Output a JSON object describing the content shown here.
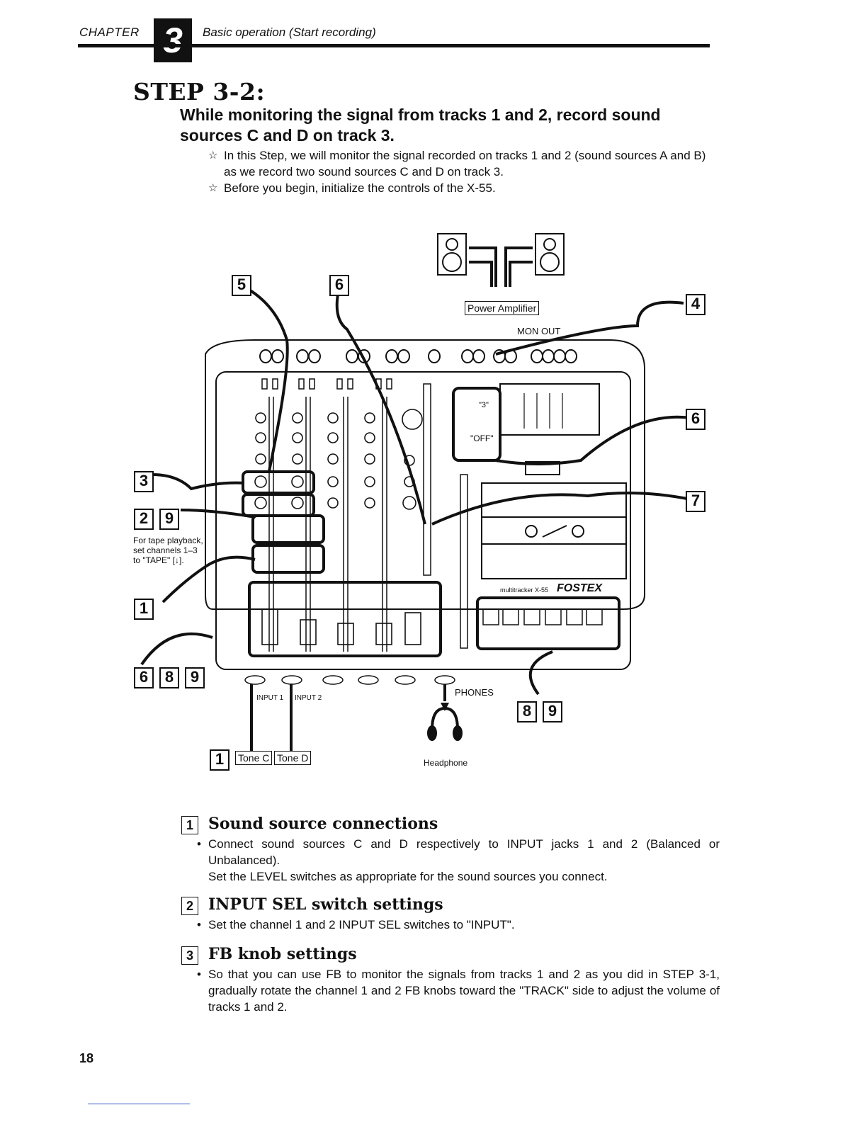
{
  "header": {
    "chapter_label": "CHAPTER",
    "chapter_number": "3",
    "title": "Basic operation (Start recording)"
  },
  "step": {
    "title": "STEP 3-2:",
    "subtitle": "While monitoring the signal from tracks 1 and 2, record sound sources C and D on track 3.",
    "notes": [
      "In this Step, we will monitor the signal recorded on tracks 1 and 2 (sound sources A and B) as we record two sound sources C and D on track 3.",
      "Before you begin, initialize the controls of the X-55."
    ]
  },
  "figure": {
    "power_amplifier": "Power Amplifier",
    "mon_out": "MON OUT",
    "quote_3": "\"3\"",
    "quote_off": "\"OFF\"",
    "brand": "FOSTEX",
    "model": "multitracker X-55",
    "tape_note": "For tape playback, set channels 1–3 to \"TAPE\" [↓].",
    "input1": "INPUT 1",
    "input2": "INPUT 2",
    "phones": "PHONES",
    "headphone": "Headphone",
    "tone_c": "Tone C",
    "tone_d": "Tone D",
    "callouts": {
      "n5": "5",
      "n6_top": "6",
      "n4": "4",
      "n6_right": "6",
      "n7": "7",
      "n3": "3",
      "n2": "2",
      "n9a": "9",
      "n1": "1",
      "n6_bottom": "6",
      "n8_bottom": "8",
      "n9_bottom": "9",
      "n8_right": "8",
      "n9_right": "9",
      "n1_bottom": "1"
    }
  },
  "sections": [
    {
      "number": "1",
      "title": "Sound source connections",
      "bullet": "Connect sound sources C and D respectively to INPUT jacks 1 and 2 (Balanced or Unbalanced).",
      "extra": "Set the LEVEL switches as appropriate for the sound sources you connect."
    },
    {
      "number": "2",
      "title": "INPUT SEL switch settings",
      "bullet": "Set the channel 1 and 2 INPUT SEL switches to \"INPUT\"."
    },
    {
      "number": "3",
      "title": "FB knob settings",
      "bullet": "So that you can use FB to monitor the signals from tracks 1 and 2 as you did in STEP 3-1, gradually rotate the channel 1 and 2 FB knobs toward the \"TRACK\" side to adjust the volume of tracks 1 and 2."
    }
  ],
  "page_number": "18"
}
